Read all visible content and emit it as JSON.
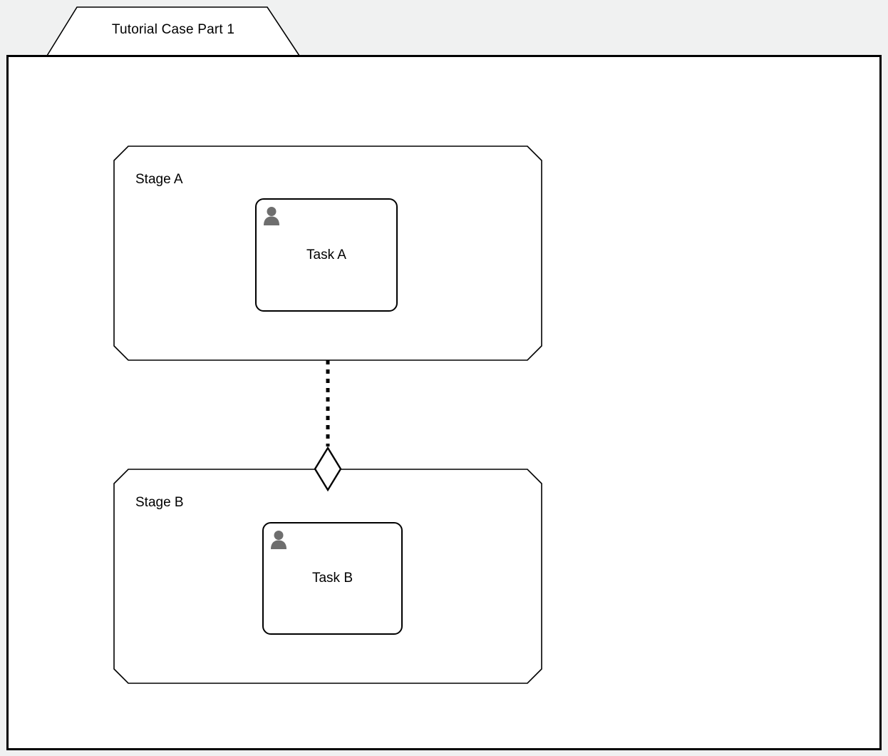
{
  "case": {
    "title": "Tutorial Case Part 1"
  },
  "stages": [
    {
      "label": "Stage A",
      "task": {
        "label": "Task A",
        "icon": "user-icon"
      }
    },
    {
      "label": "Stage B",
      "task": {
        "label": "Task B",
        "icon": "user-icon"
      }
    }
  ],
  "connector": {
    "from": "Stage A",
    "to": "Stage B",
    "line_style": "dotted",
    "marker": "entry-criterion-diamond"
  },
  "colors": {
    "canvas_background": "#f0f1f1",
    "shape_fill": "#ffffff",
    "stroke": "#000000",
    "user_icon_gray": "#6e6e6e"
  }
}
